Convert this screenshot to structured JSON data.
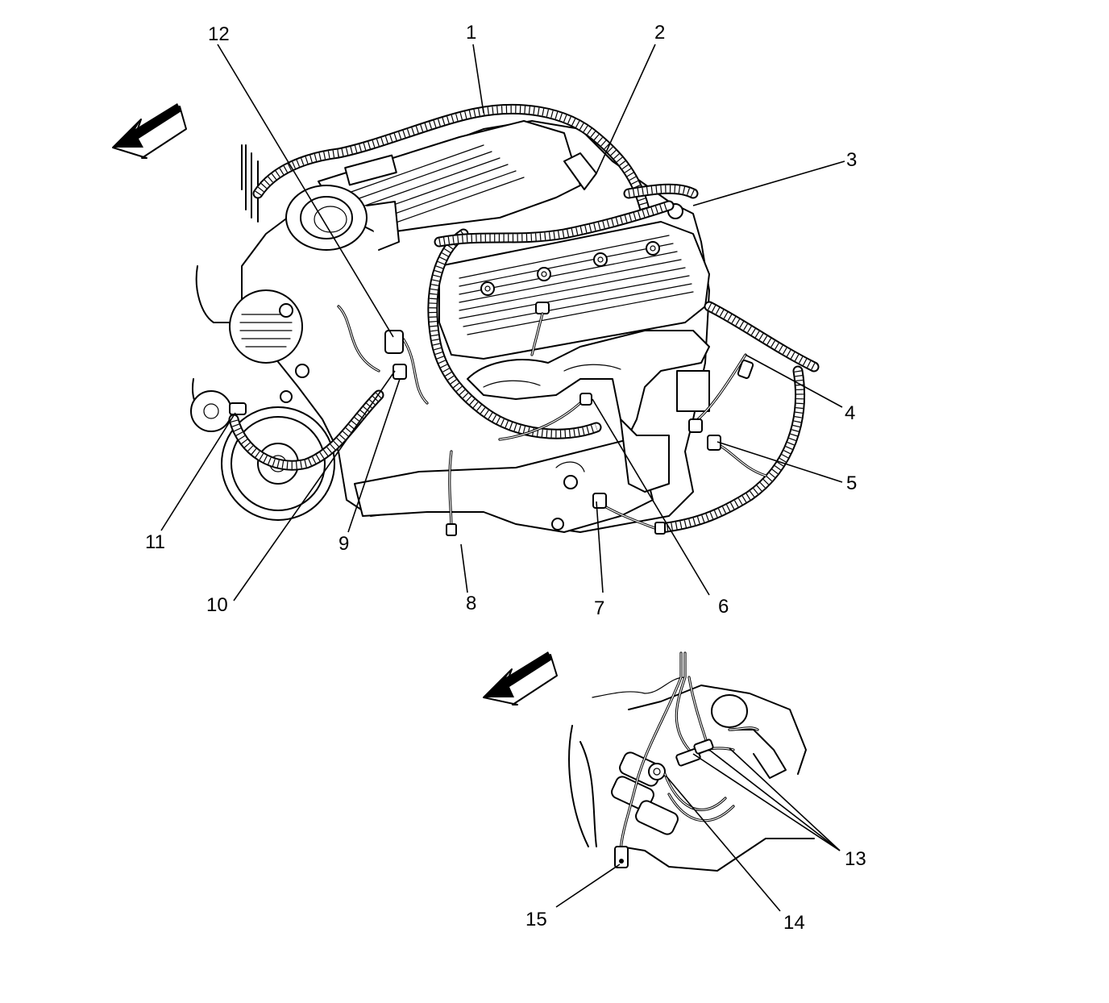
{
  "callouts": [
    {
      "id": "1",
      "label": "1"
    },
    {
      "id": "2",
      "label": "2"
    },
    {
      "id": "3",
      "label": "3"
    },
    {
      "id": "4",
      "label": "4"
    },
    {
      "id": "5",
      "label": "5"
    },
    {
      "id": "6",
      "label": "6"
    },
    {
      "id": "7",
      "label": "7"
    },
    {
      "id": "8",
      "label": "8"
    },
    {
      "id": "9",
      "label": "9"
    },
    {
      "id": "10",
      "label": "10"
    },
    {
      "id": "11",
      "label": "11"
    },
    {
      "id": "12",
      "label": "12"
    },
    {
      "id": "13",
      "label": "13"
    },
    {
      "id": "14",
      "label": "14"
    },
    {
      "id": "15",
      "label": "15"
    }
  ],
  "icons": {
    "main_view_direction": "front-direction-arrow-icon",
    "detail_view_direction": "front-direction-arrow-icon"
  },
  "colors": {
    "ink": "#000000",
    "background": "#ffffff"
  }
}
